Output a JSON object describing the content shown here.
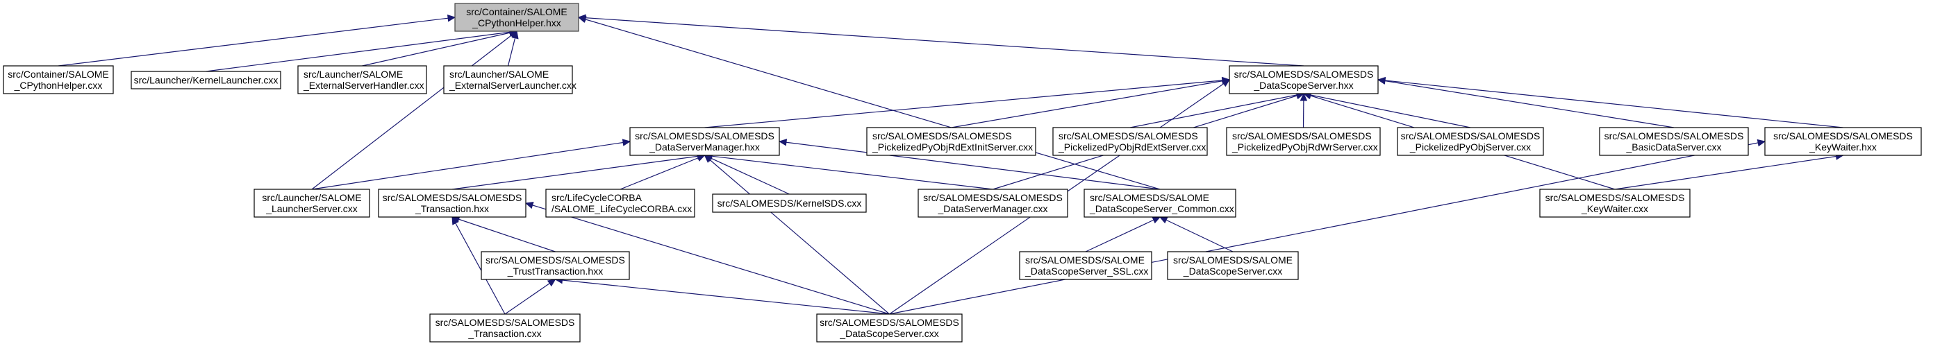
{
  "title": "Include dependency graph for SALOME_CPythonHelper.hxx",
  "colors": {
    "edge": "#191970",
    "root_fill": "#bfbfbf",
    "node_fill": "#ffffff",
    "border": "#000000"
  },
  "nodes": {
    "root": [
      "src/Container/SALOME",
      "_CPythonHelper.hxx"
    ],
    "cpython_cxx": [
      "src/Container/SALOME",
      "_CPythonHelper.cxx"
    ],
    "kernel_launcher": [
      "src/Launcher/KernelLauncher.cxx"
    ],
    "ext_server_handler": [
      "src/Launcher/SALOME",
      "_ExternalServerHandler.cxx"
    ],
    "ext_server_launcher": [
      "src/Launcher/SALOME",
      "_ExternalServerLauncher.cxx"
    ],
    "datascope_hxx": [
      "src/SALOMESDS/SALOMESDS",
      "_DataScopeServer.hxx"
    ],
    "dsm_hxx": [
      "src/SALOMESDS/SALOMESDS",
      "_DataServerManager.hxx"
    ],
    "rdextinit": [
      "src/SALOMESDS/SALOMESDS",
      "_PickelizedPyObjRdExtInitServer.cxx"
    ],
    "rdext": [
      "src/SALOMESDS/SALOMESDS",
      "_PickelizedPyObjRdExtServer.cxx"
    ],
    "rdwr": [
      "src/SALOMESDS/SALOMESDS",
      "_PickelizedPyObjRdWrServer.cxx"
    ],
    "pyobj": [
      "src/SALOMESDS/SALOMESDS",
      "_PickelizedPyObjServer.cxx"
    ],
    "basic": [
      "src/SALOMESDS/SALOMESDS",
      "_BasicDataServer.cxx"
    ],
    "keywaiter_hxx": [
      "src/SALOMESDS/SALOMESDS",
      "_KeyWaiter.hxx"
    ],
    "launcher_server": [
      "src/Launcher/SALOME",
      "_LauncherServer.cxx"
    ],
    "transaction_hxx": [
      "src/SALOMESDS/SALOMESDS",
      "_Transaction.hxx"
    ],
    "lifecycle": [
      "src/LifeCycleCORBA",
      "/SALOME_LifeCycleCORBA.cxx"
    ],
    "kernelsds": [
      "src/SALOMESDS/KernelSDS.cxx"
    ],
    "dsm_cxx": [
      "src/SALOMESDS/SALOMESDS",
      "_DataServerManager.cxx"
    ],
    "common": [
      "src/SALOMESDS/SALOME",
      "_DataScopeServer_Common.cxx"
    ],
    "keywaiter_cxx": [
      "src/SALOMESDS/SALOMESDS",
      "_KeyWaiter.cxx"
    ],
    "trust_hxx": [
      "src/SALOMESDS/SALOMESDS",
      "_TrustTransaction.hxx"
    ],
    "ssl": [
      "src/SALOMESDS/SALOME",
      "_DataScopeServer_SSL.cxx"
    ],
    "salome_dss_cxx": [
      "src/SALOMESDS/SALOME",
      "_DataScopeServer.cxx"
    ],
    "transaction_cxx": [
      "src/SALOMESDS/SALOMESDS",
      "_Transaction.cxx"
    ],
    "sdsdss_cxx": [
      "src/SALOMESDS/SALOMESDS",
      "_DataScopeServer.cxx"
    ]
  },
  "edges": [
    [
      "cpython_cxx",
      "root"
    ],
    [
      "kernel_launcher",
      "root"
    ],
    [
      "ext_server_handler",
      "root"
    ],
    [
      "ext_server_launcher",
      "root"
    ],
    [
      "datascope_hxx",
      "root"
    ],
    [
      "launcher_server",
      "root"
    ],
    [
      "common",
      "root"
    ],
    [
      "dsm_hxx",
      "datascope_hxx"
    ],
    [
      "rdextinit",
      "datascope_hxx"
    ],
    [
      "rdext",
      "datascope_hxx"
    ],
    [
      "rdwr",
      "datascope_hxx"
    ],
    [
      "pyobj",
      "datascope_hxx"
    ],
    [
      "basic",
      "datascope_hxx"
    ],
    [
      "keywaiter_hxx",
      "datascope_hxx"
    ],
    [
      "keywaiter_cxx",
      "datascope_hxx"
    ],
    [
      "sdsdss_cxx",
      "datascope_hxx"
    ],
    [
      "dsm_cxx",
      "datascope_hxx"
    ],
    [
      "launcher_server",
      "dsm_hxx"
    ],
    [
      "transaction_hxx",
      "dsm_hxx"
    ],
    [
      "lifecycle",
      "dsm_hxx"
    ],
    [
      "kernelsds",
      "dsm_hxx"
    ],
    [
      "dsm_cxx",
      "dsm_hxx"
    ],
    [
      "common",
      "dsm_hxx"
    ],
    [
      "sdsdss_cxx",
      "dsm_hxx"
    ],
    [
      "keywaiter_cxx",
      "keywaiter_hxx"
    ],
    [
      "sdsdss_cxx",
      "keywaiter_hxx"
    ],
    [
      "trust_hxx",
      "transaction_hxx"
    ],
    [
      "transaction_cxx",
      "transaction_hxx"
    ],
    [
      "sdsdss_cxx",
      "transaction_hxx"
    ],
    [
      "transaction_cxx",
      "trust_hxx"
    ],
    [
      "sdsdss_cxx",
      "trust_hxx"
    ],
    [
      "ssl",
      "common"
    ],
    [
      "salome_dss_cxx",
      "common"
    ]
  ]
}
